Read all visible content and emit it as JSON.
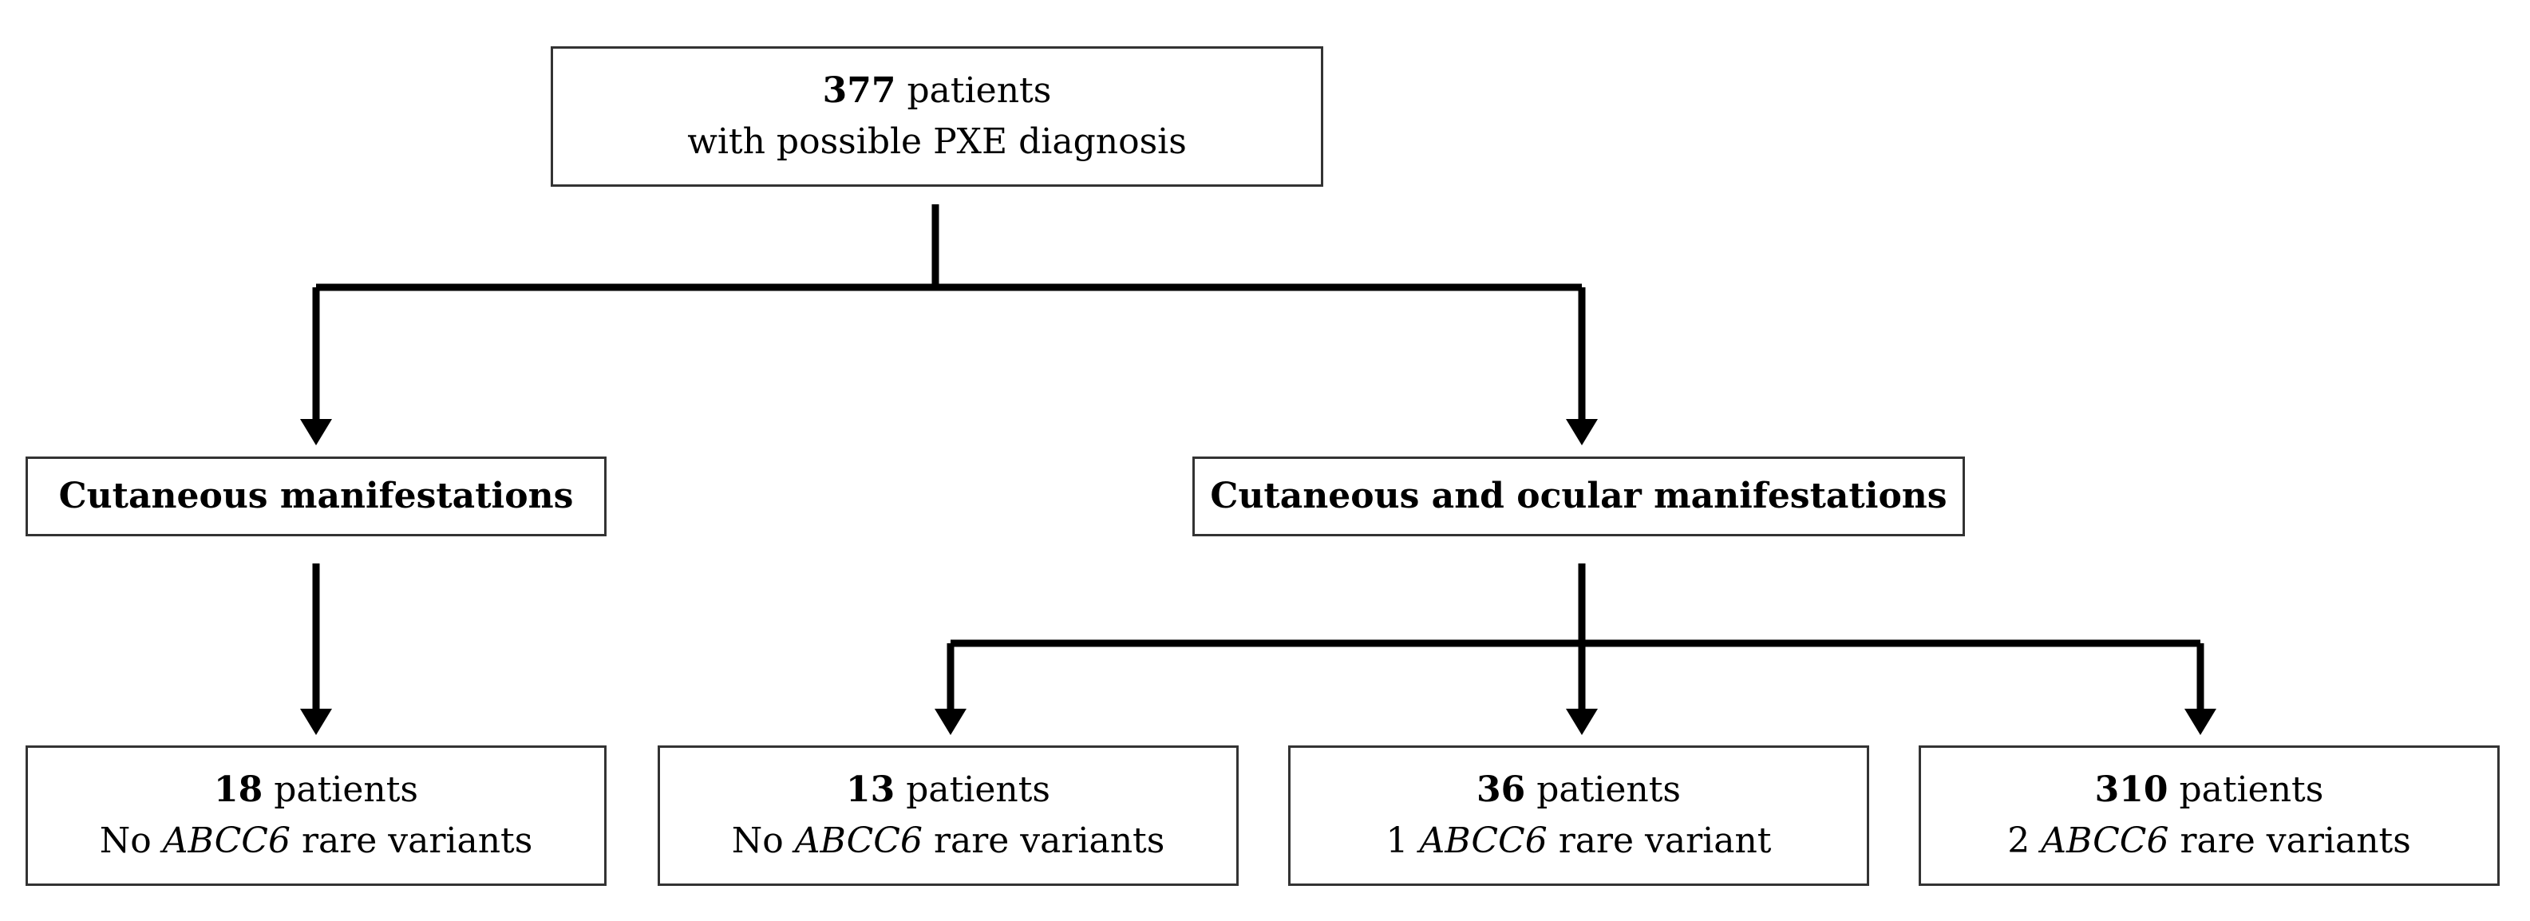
{
  "root": {
    "count": "377",
    "count_suffix": " patients",
    "line2": "with possible PXE diagnosis"
  },
  "categories": {
    "left": "Cutaneous manifestations",
    "right": "Cutaneous and ocular manifestations"
  },
  "outcomes": {
    "a": {
      "count": "18",
      "count_suffix": " patients",
      "line2_prefix": "No ",
      "gene": "ABCC6",
      "line2_suffix": " rare variants"
    },
    "b": {
      "count": "13",
      "count_suffix": " patients",
      "line2_prefix": "No ",
      "gene": "ABCC6",
      "line2_suffix": " rare variants"
    },
    "c": {
      "count": "36",
      "count_suffix": " patients",
      "line2_prefix": "1 ",
      "gene": "ABCC6",
      "line2_suffix": " rare variant"
    },
    "d": {
      "count": "310",
      "count_suffix": " patients",
      "line2_prefix": "2 ",
      "gene": "ABCC6",
      "line2_suffix": " rare variants"
    }
  },
  "colors": {
    "line": "#000000",
    "box_border": "#333333"
  }
}
